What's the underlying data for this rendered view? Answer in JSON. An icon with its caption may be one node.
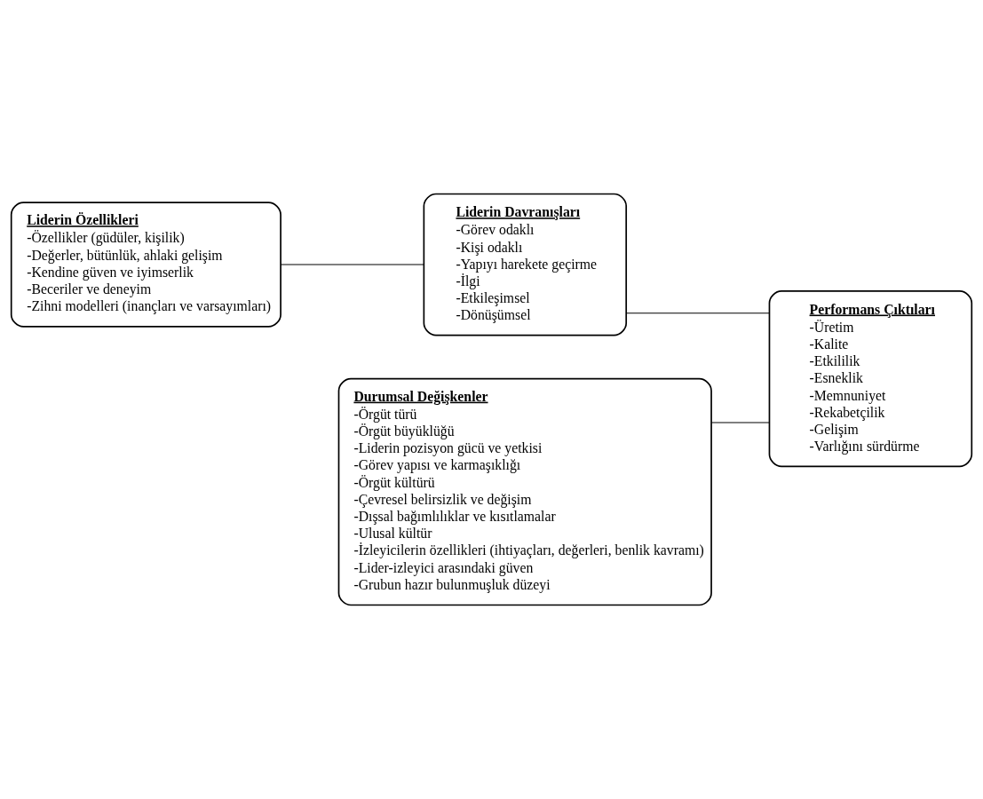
{
  "diagram": {
    "nodes": [
      {
        "text": [
          "Liderin Özellikleri",
          "-Özellikler (güdüler, kişilik)",
          "-Değerler, bütünlük, ahlaki gelişim",
          "-Kendine güven ve iyimserlik",
          "-Beceriler ve deneyim",
          "-Zihni modelleri (inançları ve varsayımları)"
        ]
      },
      {
        "text": [
          "Liderin Davranışları",
          "-Görev odaklı",
          "-Kişi odaklı",
          "-Yapıyı harekete geçirme",
          "-İlgi",
          "-Etkileşimsel",
          "-Dönüşümsel"
        ]
      },
      {
        "text": [
          "Durumsal Değişkenler",
          "-Örgüt türü",
          "-Örgüt büyüklüğü",
          "-Liderin pozisyon gücü ve yetkisi",
          "-Görev yapısı ve karmaşıklığı",
          "-Örgüt kültürü",
          "-Çevresel belirsizlik ve değişim",
          "-Dışsal bağımlılıklar ve kısıtlamalar",
          "-Ulusal kültür",
          "-İzleyicilerin özellikleri (ihtiyaçları, değerleri, benlik kavramı)",
          "-Lider-izleyici arasındaki güven",
          "-Grubun hazır bulunmuşluk düzeyi"
        ]
      },
      {
        "text": [
          "Performans Çıktıları",
          "-Üretim",
          "-Kalite",
          "-Etkililik",
          "-Esneklik",
          "-Memnuniyet",
          "-Rekabetçilik",
          "-Gelişim",
          "-Varlığını sürdürme"
        ]
      }
    ],
    "edges": [
      {
        "from": 0,
        "to": 1,
        "arrow": "none"
      },
      {
        "from": 1,
        "to": 3,
        "arrow": "none"
      },
      {
        "from": 2,
        "to": 3,
        "arrow": "none"
      }
    ]
  }
}
